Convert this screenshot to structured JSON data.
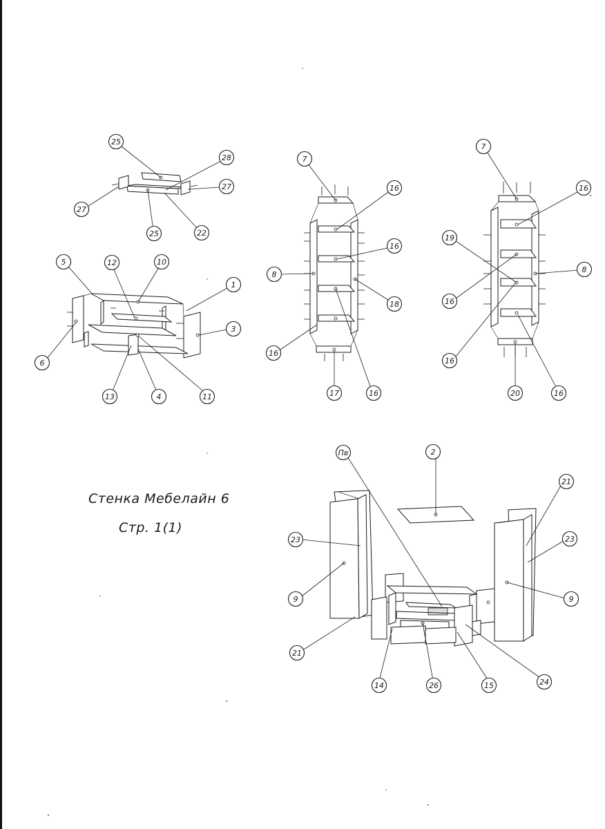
{
  "title": {
    "product": "Стенка Мебелайн 6",
    "page": "Стр. 1(1)"
  },
  "diagrams": {
    "drawer_top": {
      "callouts": [
        "25",
        "28",
        "27",
        "27",
        "25",
        "22"
      ]
    },
    "tv_unit": {
      "callouts": [
        "5",
        "12",
        "10",
        "1",
        "3",
        "6",
        "13",
        "4",
        "11"
      ]
    },
    "shelf_left": {
      "callouts": [
        "7",
        "16",
        "16",
        "8",
        "18",
        "16",
        "17",
        "16"
      ]
    },
    "shelf_right": {
      "callouts": [
        "7",
        "16",
        "19",
        "8",
        "16",
        "16",
        "20",
        "16"
      ]
    },
    "assembly": {
      "callouts": [
        "Пв",
        "2",
        "21",
        "23",
        "23",
        "9",
        "9",
        "21",
        "14",
        "26",
        "15",
        "24"
      ]
    }
  }
}
